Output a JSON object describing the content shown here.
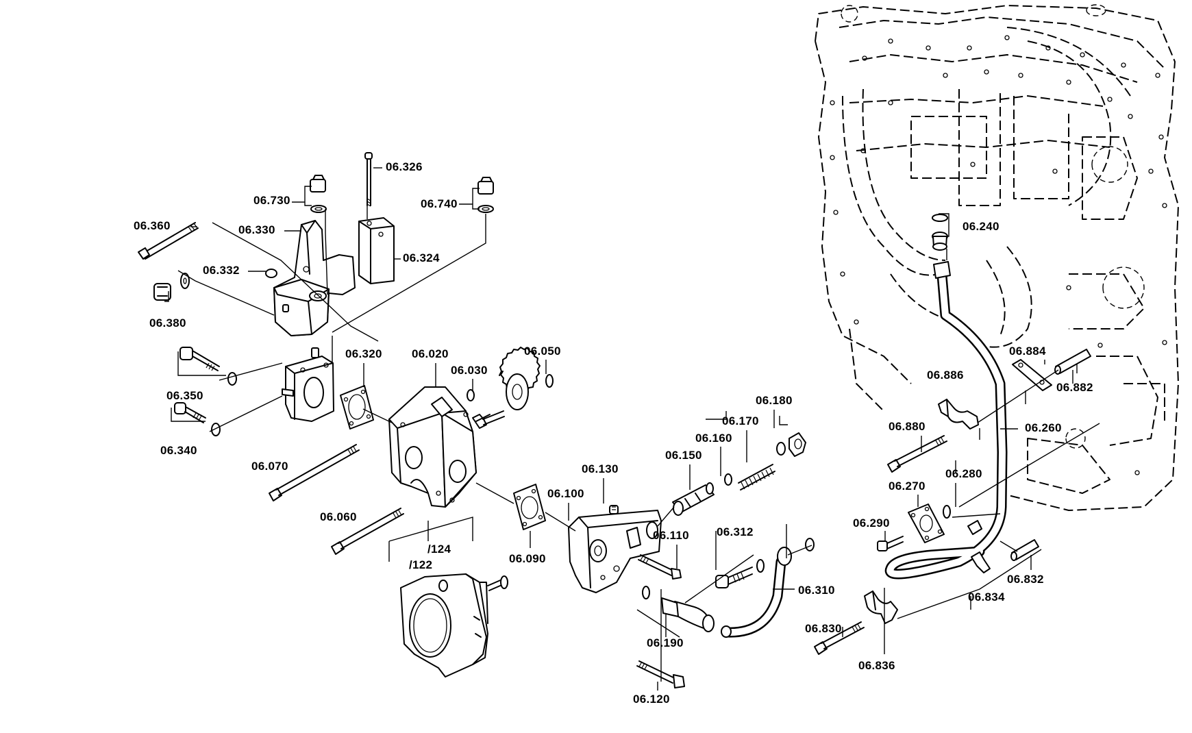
{
  "labels": {
    "p06_326": "06.326",
    "p06_730": "06.730",
    "p06_740": "06.740",
    "p06_360": "06.360",
    "p06_330": "06.330",
    "p06_324": "06.324",
    "p06_332": "06.332",
    "p06_380": "06.380",
    "p06_320": "06.320",
    "p06_020": "06.020",
    "p06_030": "06.030",
    "p06_050": "06.050",
    "p06_350": "06.350",
    "p06_340": "06.340",
    "p06_070": "06.070",
    "p06_060": "06.060",
    "p124": "/124",
    "p122": "/122",
    "p06_130": "06.130",
    "p06_100": "06.100",
    "p06_090": "06.090",
    "p06_150": "06.150",
    "p06_160": "06.160",
    "p06_170": "06.170",
    "p06_180": "06.180",
    "p06_110": "06.110",
    "p06_312": "06.312",
    "p06_310": "06.310",
    "p06_190": "06.190",
    "p06_120": "06.120",
    "p06_240": "06.240",
    "p06_884": "06.884",
    "p06_886": "06.886",
    "p06_882": "06.882",
    "p06_880": "06.880",
    "p06_260": "06.260",
    "p06_270": "06.270",
    "p06_280": "06.280",
    "p06_290": "06.290",
    "p06_832": "06.832",
    "p06_834": "06.834",
    "p06_830": "06.830",
    "p06_836": "06.836"
  }
}
